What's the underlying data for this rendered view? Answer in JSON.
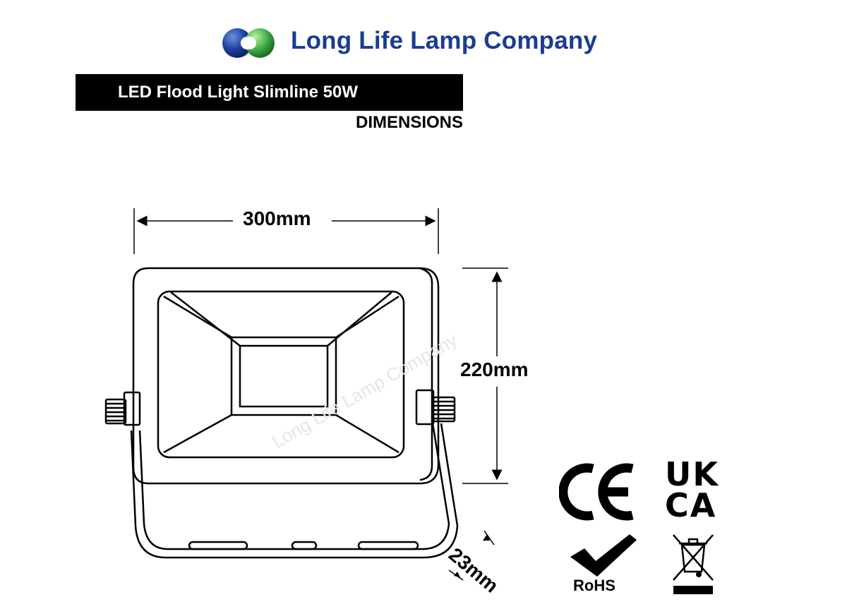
{
  "brand": {
    "company_name": "Long Life Lamp Company",
    "logo_icon": "twin-sphere-logo-icon",
    "colors": {
      "primary": "#1a3d8f",
      "secondary": "#3fae49"
    }
  },
  "header": {
    "product_title": "LED Flood Light Slimline 50W",
    "section": "DIMENSIONS"
  },
  "dimensions": {
    "width": "300mm",
    "height": "220mm",
    "depth": "23mm"
  },
  "watermark": "Long Life Lamp Company",
  "certifications": {
    "ce": "CE",
    "ukca_top": "UK",
    "ukca_bottom": "CA",
    "rohs": "RoHS",
    "weee": "crossed-bin-icon"
  }
}
